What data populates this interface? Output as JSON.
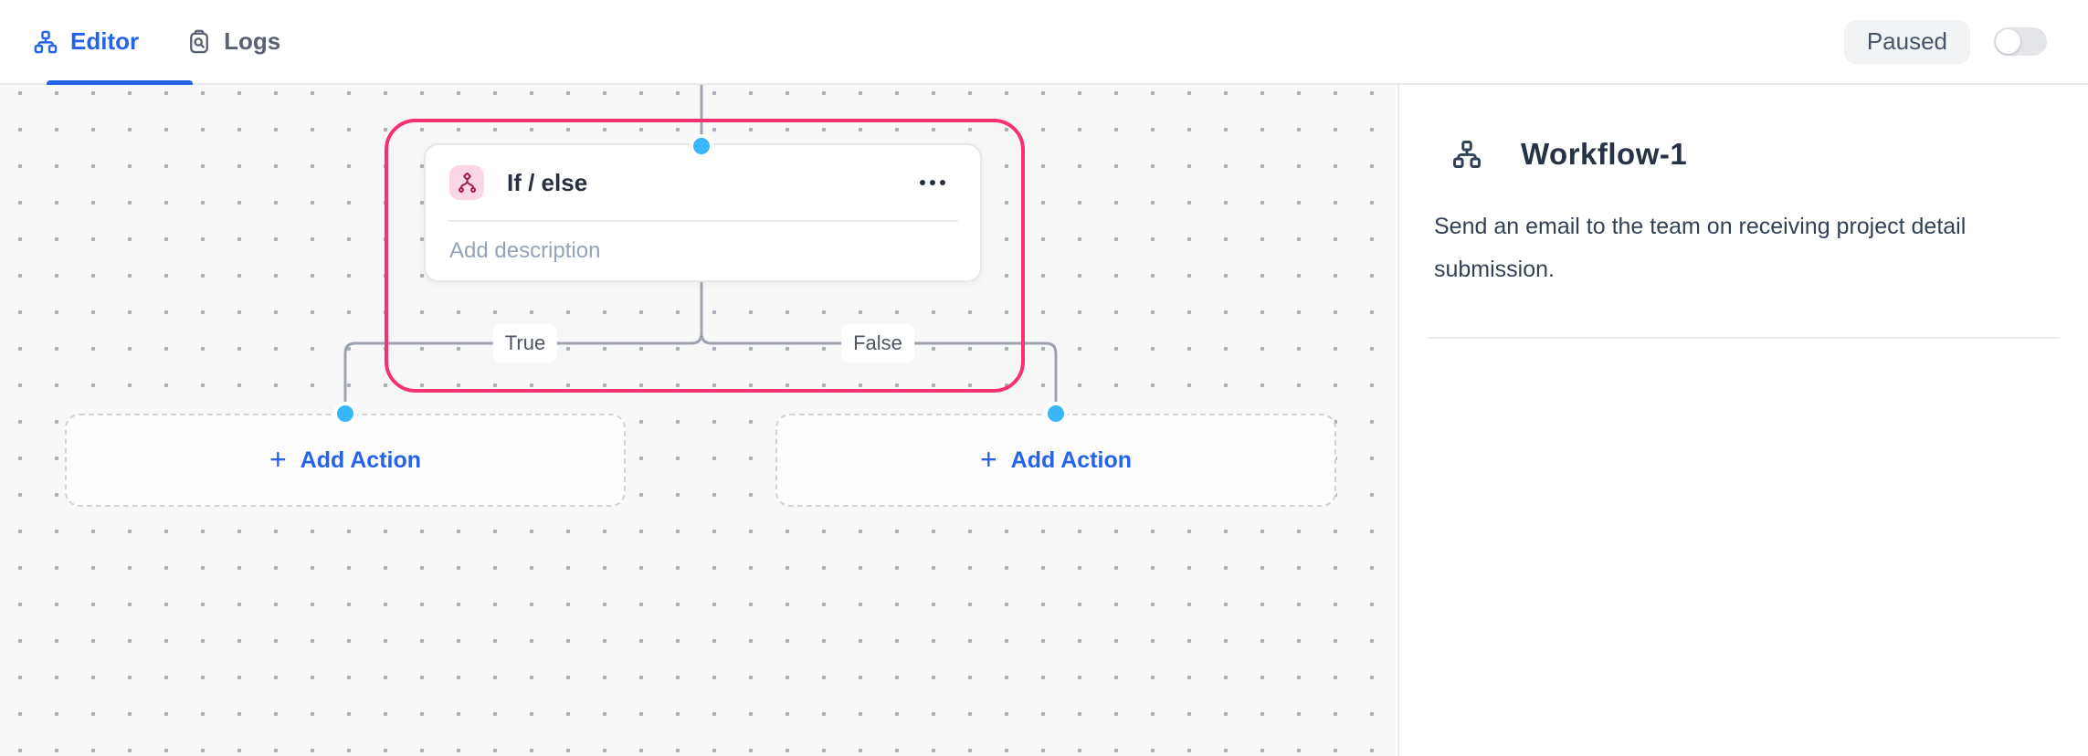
{
  "topbar": {
    "tabs": [
      {
        "label": "Editor",
        "icon": "org-chart-icon",
        "active": true
      },
      {
        "label": "Logs",
        "icon": "clipboard-search-icon",
        "active": false
      }
    ],
    "status": {
      "label": "Paused",
      "toggle_on": false
    }
  },
  "canvas": {
    "node": {
      "title": "If / else",
      "icon": "branch-split-icon",
      "menu_icon": "ellipsis-icon",
      "description_placeholder": "Add description"
    },
    "branch_labels": {
      "true": "True",
      "false": "False"
    },
    "plus_icon": "+",
    "actions": [
      {
        "label": "Add Action"
      },
      {
        "label": "Add Action"
      }
    ]
  },
  "sidebar": {
    "icon": "org-chart-icon",
    "title": "Workflow-1",
    "description": "Send an email to the team on receiving project detail submission."
  },
  "colors": {
    "accent_blue": "#2563eb",
    "selection_pink": "#f5316f",
    "port_blue": "#38b6f7",
    "node_icon_bg": "#fad6e6",
    "node_icon_fg": "#a11a4f",
    "connector_gray": "#9ca3af",
    "canvas_bg": "#f7f7f8"
  }
}
